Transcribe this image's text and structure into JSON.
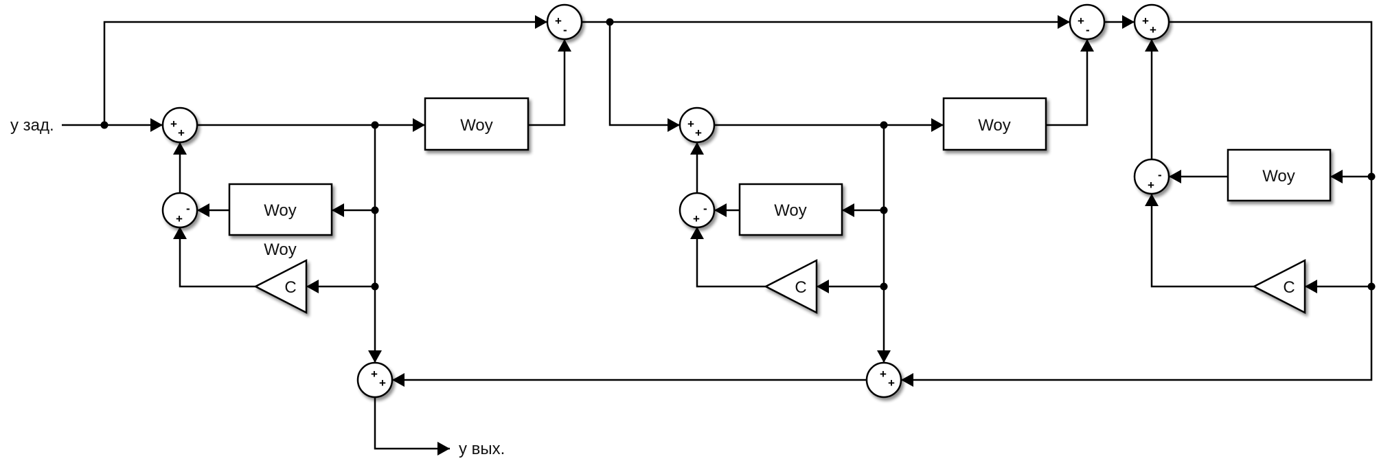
{
  "diagram": {
    "input_label": "у зад.",
    "output_label": "у вых.",
    "block_label": "Woy",
    "gain_label": "C",
    "caption_under_block": "Woy",
    "colors": {
      "line": "#000000",
      "background": "#ffffff"
    },
    "sections": [
      {
        "name": "section-1",
        "forward_sum_signs": [
          "+",
          "+"
        ],
        "inner_sum_signs": [
          "-",
          "+"
        ],
        "compare_sum_signs": [
          "+",
          "-"
        ],
        "forward_block": "Woy",
        "feedback_block": "Woy",
        "gain": "C"
      },
      {
        "name": "section-2",
        "forward_sum_signs": [
          "+",
          "+"
        ],
        "inner_sum_signs": [
          "-",
          "+"
        ],
        "compare_sum_signs": [
          "+",
          "-"
        ],
        "forward_block": "Woy",
        "feedback_block": "Woy",
        "gain": "C"
      },
      {
        "name": "section-3",
        "forward_sum_signs": [
          "+",
          "+"
        ],
        "inner_sum_signs": [
          "-",
          "+"
        ],
        "feedback_block": "Woy",
        "gain": "C"
      }
    ],
    "output_sums": [
      {
        "name": "output-sum-1",
        "signs": [
          "+",
          "+"
        ]
      },
      {
        "name": "output-sum-2",
        "signs": [
          "+",
          "+"
        ]
      }
    ]
  }
}
